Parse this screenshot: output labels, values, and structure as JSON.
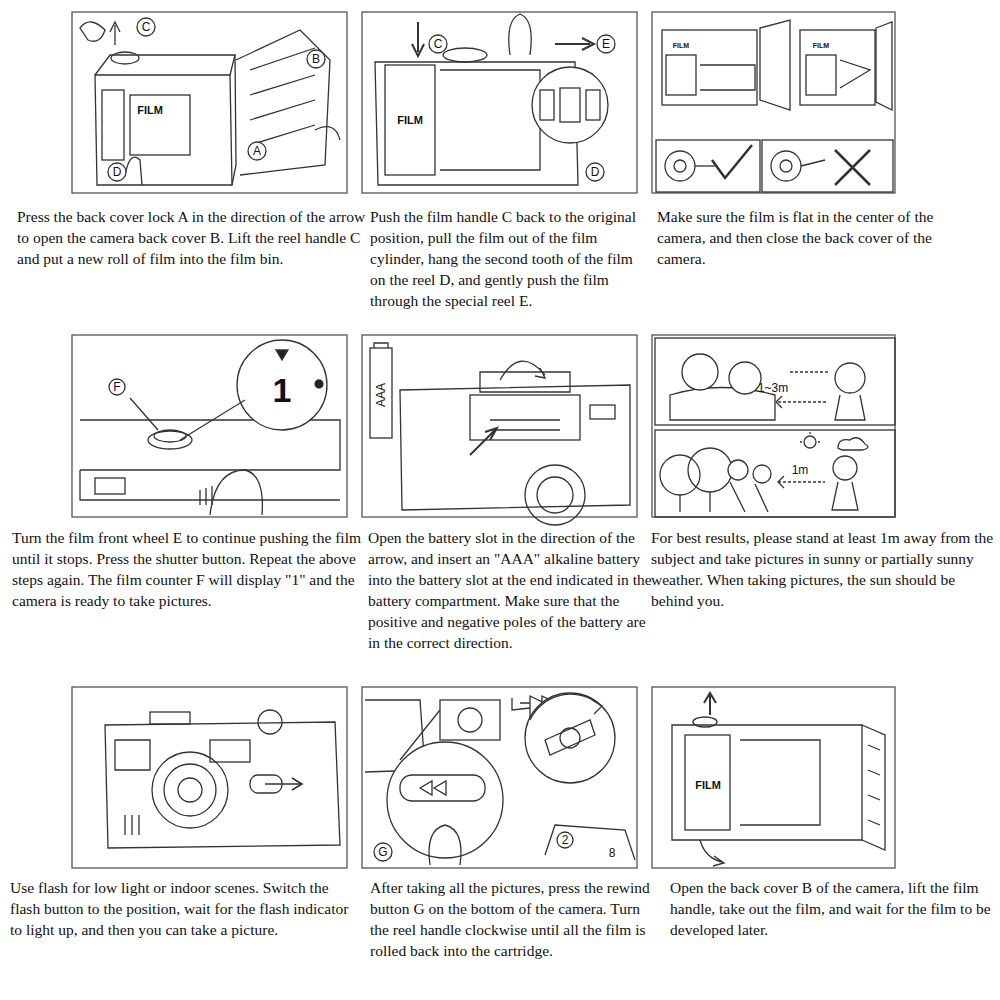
{
  "diagram": {
    "labels": [
      "C",
      "B",
      "FILM",
      "A",
      "D",
      "Press the back cover lock A in the direction of the arrow to open the camera back cover B. Lift the reel handle C and put a new roll of film into the film bin.",
      "C",
      "E",
      "FILM",
      "D",
      "Push the film handle C back to the original position, pull the film out of the film cylinder, hang the second tooth of the film on the reel D, and gently push the film through the special reel E.",
      "FILM",
      "FILM",
      "Make sure the film is flat in the center of the camera, and then close the back cover of the camera.",
      "F",
      "1",
      "Turn the film front wheel E to continue pushing the film until it stops. Press the shutter button. Repeat the above steps again. The film counter F will display \"1\" and the camera is ready to take pictures.",
      "AAA",
      "Open the battery slot in the direction of the arrow, and insert an \"AAA\" alkaline battery into the battery slot at the end indicated in the battery compartment. Make sure that the positive and negative poles of the battery are in the correct direction.",
      "1~3m",
      "1m",
      "For best results, please stand at least 1m away from the subject and take pictures in sunny or partially sunny weather. When taking pictures, the sun should be behind you.",
      "8",
      "Use flash for low light or indoor scenes. Switch the flash button to the position, wait for the flash indicator to light up, and then you can take a picture.",
      "G",
      "2",
      "After taking all the pictures, press the rewind button G on the bottom of the camera. Turn the reel handle clockwise until all the film is rolled back into the cartridge.",
      "FILM",
      "Open the back cover B of the camera, lift the film handle, take out the film, and wait for the film to be developed later."
    ]
  }
}
